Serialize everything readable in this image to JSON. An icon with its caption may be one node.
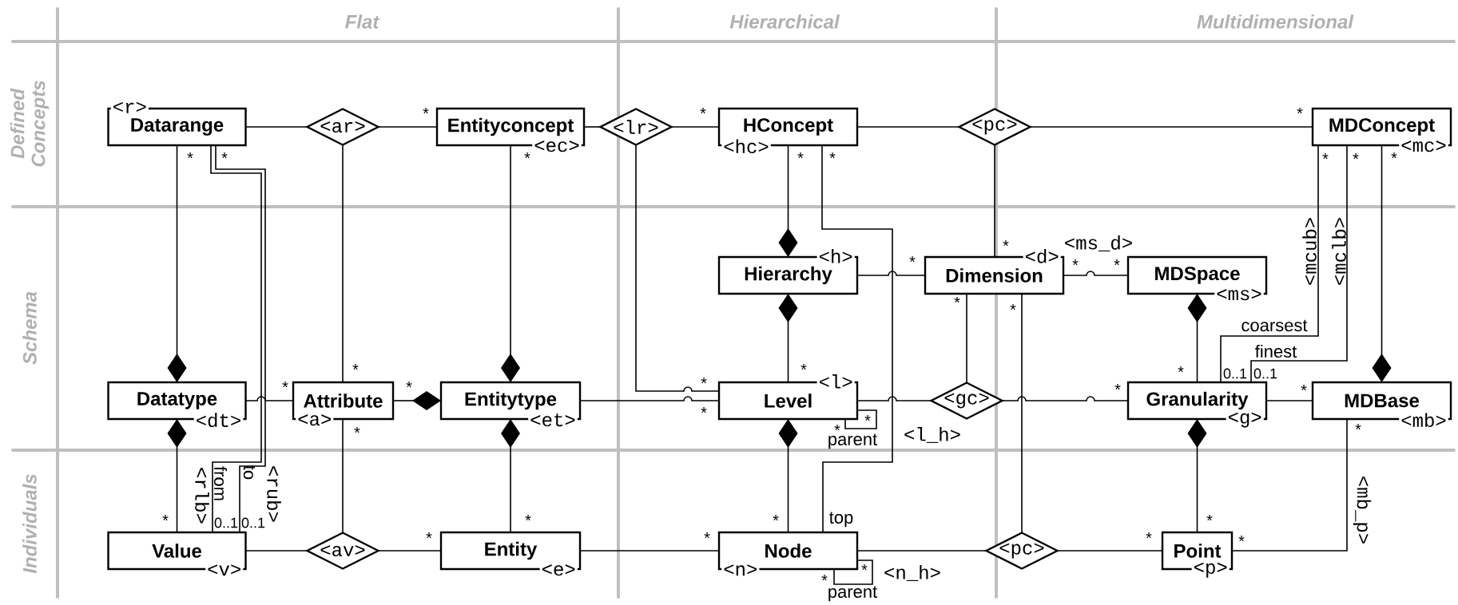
{
  "diagram": {
    "nodes": [
      {
        "text": [
          "Datarange"
        ],
        "beside": [
          "<r>"
        ]
      },
      {
        "text": [
          "<ar>"
        ]
      },
      {
        "text": [
          "Entityconcept"
        ],
        "beside": [
          "<ec>"
        ]
      },
      {
        "text": [
          "<lr>"
        ]
      },
      {
        "text": [
          "HConcept"
        ],
        "beside": [
          "<hc>"
        ]
      },
      {
        "text": [
          "<pc>"
        ]
      },
      {
        "text": [
          "MDConcept"
        ],
        "beside": [
          "<mc>"
        ]
      },
      {
        "text": [
          "Hierarchy"
        ],
        "beside": [
          "<h>"
        ]
      },
      {
        "text": [
          "Dimension"
        ],
        "beside": [
          "<d>"
        ]
      },
      {
        "text": [
          "MDSpace"
        ],
        "beside": [
          "<ms>"
        ]
      },
      {
        "text": [
          "Datatype"
        ],
        "beside": [
          "<dt>"
        ]
      },
      {
        "text": [
          "Attribute"
        ],
        "beside": [
          "<a>"
        ]
      },
      {
        "text": [
          "Entitytype"
        ],
        "beside": [
          "<et>"
        ]
      },
      {
        "text": [
          "Level"
        ],
        "beside": [
          "<l>"
        ]
      },
      {
        "text": [
          "<gc>"
        ]
      },
      {
        "text": [
          "Granularity"
        ],
        "beside": [
          "<g>"
        ]
      },
      {
        "text": [
          "MDBase"
        ],
        "beside": [
          "<mb>"
        ]
      },
      {
        "text": [
          "Value"
        ],
        "beside": [
          "<v>"
        ]
      },
      {
        "text": [
          "<av>"
        ]
      },
      {
        "text": [
          "Entity"
        ],
        "beside": [
          "<e>"
        ]
      },
      {
        "text": [
          "Node"
        ],
        "beside": [
          "<n>"
        ]
      },
      {
        "text": [
          "<pc>"
        ]
      },
      {
        "text": [
          "Point"
        ],
        "beside": [
          "<p>"
        ]
      }
    ],
    "edges": [
      {
        "from": 0,
        "to": 1,
        "arrow": "none"
      },
      {
        "from": 1,
        "to": 2,
        "arrow": "none"
      },
      {
        "from": 2,
        "to": 3,
        "arrow": "none"
      },
      {
        "from": 3,
        "to": 4,
        "arrow": "none"
      },
      {
        "from": 4,
        "to": 5,
        "arrow": "none"
      },
      {
        "from": 5,
        "to": 6,
        "arrow": "none"
      },
      {
        "from": 0,
        "to": 10,
        "arrow": "other"
      },
      {
        "from": 2,
        "to": 12,
        "arrow": "other"
      },
      {
        "from": 4,
        "to": 7,
        "arrow": "other"
      },
      {
        "from": 6,
        "to": 16,
        "arrow": "other"
      },
      {
        "from": 13,
        "to": 7,
        "arrow": "other"
      },
      {
        "from": 15,
        "to": 9,
        "arrow": "other"
      },
      {
        "from": 17,
        "to": 10,
        "arrow": "other"
      },
      {
        "from": 19,
        "to": 12,
        "arrow": "other"
      },
      {
        "from": 20,
        "to": 13,
        "arrow": "other"
      },
      {
        "from": 22,
        "to": 15,
        "arrow": "other"
      },
      {
        "from": 11,
        "to": 12,
        "arrow": "other"
      },
      {
        "from": 1,
        "to": 11,
        "arrow": "none"
      },
      {
        "from": 3,
        "to": 13,
        "arrow": "none"
      },
      {
        "from": 5,
        "to": 8,
        "arrow": "none"
      },
      {
        "from": 7,
        "to": 8,
        "arrow": "none"
      },
      {
        "from": 8,
        "to": 9,
        "arrow": "none",
        "label": "<ms_d>"
      },
      {
        "from": 10,
        "to": 11,
        "arrow": "none"
      },
      {
        "from": 12,
        "to": 13,
        "arrow": "none"
      },
      {
        "from": 13,
        "to": 14,
        "arrow": "none"
      },
      {
        "from": 14,
        "to": 15,
        "arrow": "none"
      },
      {
        "from": 8,
        "to": 14,
        "arrow": "none"
      },
      {
        "from": 15,
        "to": 16,
        "arrow": "none"
      },
      {
        "from": 6,
        "to": 15,
        "arrow": "none",
        "label": "<mcub>"
      },
      {
        "from": 6,
        "to": 15,
        "arrow": "none",
        "label": "<mclb>"
      },
      {
        "from": 0,
        "to": 17,
        "arrow": "none",
        "label": "<rlb>"
      },
      {
        "from": 0,
        "to": 17,
        "arrow": "none",
        "label": "<rub>"
      },
      {
        "from": 4,
        "to": 20,
        "arrow": "none"
      },
      {
        "from": 13,
        "to": 13,
        "arrow": "none",
        "label": "<l_h>"
      },
      {
        "from": 11,
        "to": 18,
        "arrow": "none"
      },
      {
        "from": 17,
        "to": 18,
        "arrow": "none"
      },
      {
        "from": 18,
        "to": 19,
        "arrow": "none"
      },
      {
        "from": 19,
        "to": 20,
        "arrow": "none"
      },
      {
        "from": 20,
        "to": 21,
        "arrow": "none"
      },
      {
        "from": 21,
        "to": 22,
        "arrow": "none"
      },
      {
        "from": 8,
        "to": 21,
        "arrow": "none"
      },
      {
        "from": 16,
        "to": 22,
        "arrow": "none",
        "label": "<mb_p>"
      },
      {
        "from": 20,
        "to": 20,
        "arrow": "none",
        "label": "<n_h>"
      }
    ],
    "labels": [
      "Flat",
      "Hierarchical",
      "Multidimensional",
      "Defined Concepts",
      "Schema",
      "Individuals",
      "*",
      "*",
      "*",
      "*",
      "*",
      "*",
      "*",
      "*",
      "*",
      "*",
      "*",
      "*",
      "*",
      "*",
      "*",
      "*",
      "*",
      "coarsest",
      "finest",
      "*",
      "*",
      "*",
      "0..1",
      "0..1",
      "*",
      "*",
      "*",
      "*",
      "*",
      "*",
      "*",
      "*",
      "*",
      "*",
      "parent",
      "from",
      "to",
      "*",
      "*",
      "*",
      "*",
      "0..1",
      "0..1",
      "*",
      "*",
      "*",
      "*",
      "*",
      "*",
      "parent",
      "top"
    ]
  }
}
